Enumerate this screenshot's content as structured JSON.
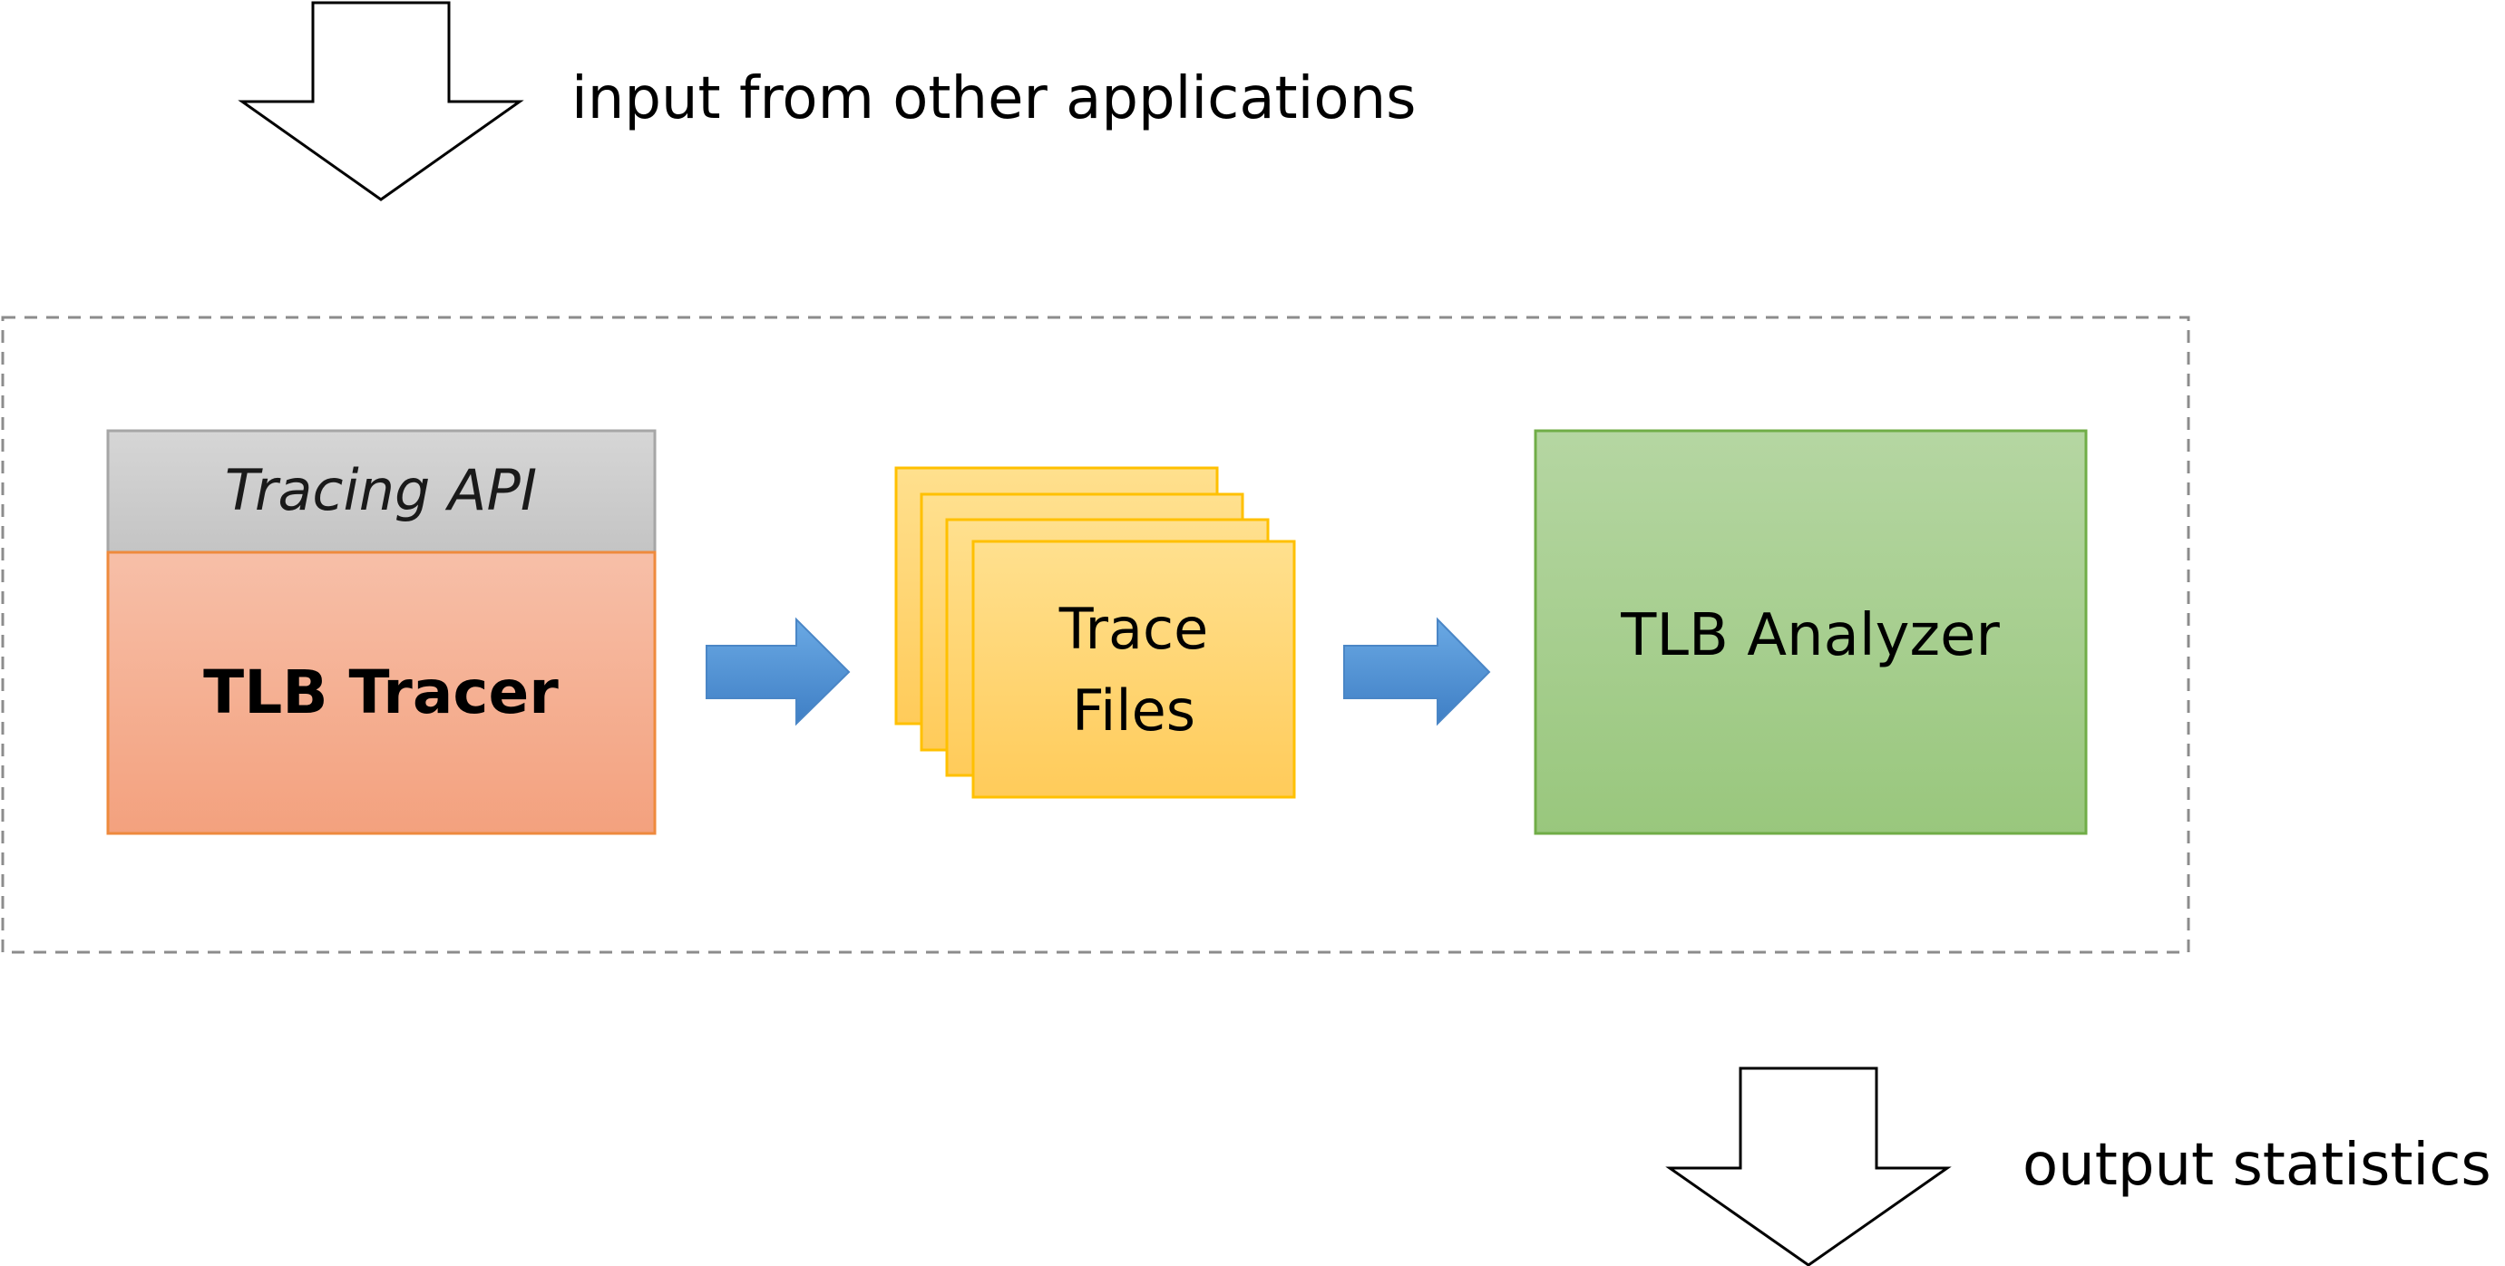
{
  "diagram": {
    "input_label": "input from other applications",
    "output_label": "output statistics",
    "tracing_api_label": "Tracing API",
    "tlb_tracer_label": "TLB Tracer",
    "trace_files_line1": "Trace",
    "trace_files_line2": "Files",
    "tlb_analyzer_label": "TLB Analyzer"
  },
  "colors": {
    "api_fill": "#cccccc",
    "tracer_fill_top": "#f7bfa8",
    "tracer_fill_bottom": "#f3a17e",
    "tracer_border": "#ee8a3d",
    "files_fill": "#ffd36e",
    "files_border": "#ffc000",
    "analyzer_fill_top": "#b5d6a2",
    "analyzer_fill_bottom": "#99c77d",
    "analyzer_border": "#70ad47",
    "flow_arrow_top": "#6aa9e4",
    "flow_arrow_bottom": "#3f7fc5",
    "dashed_border": "#8c8c8c"
  }
}
